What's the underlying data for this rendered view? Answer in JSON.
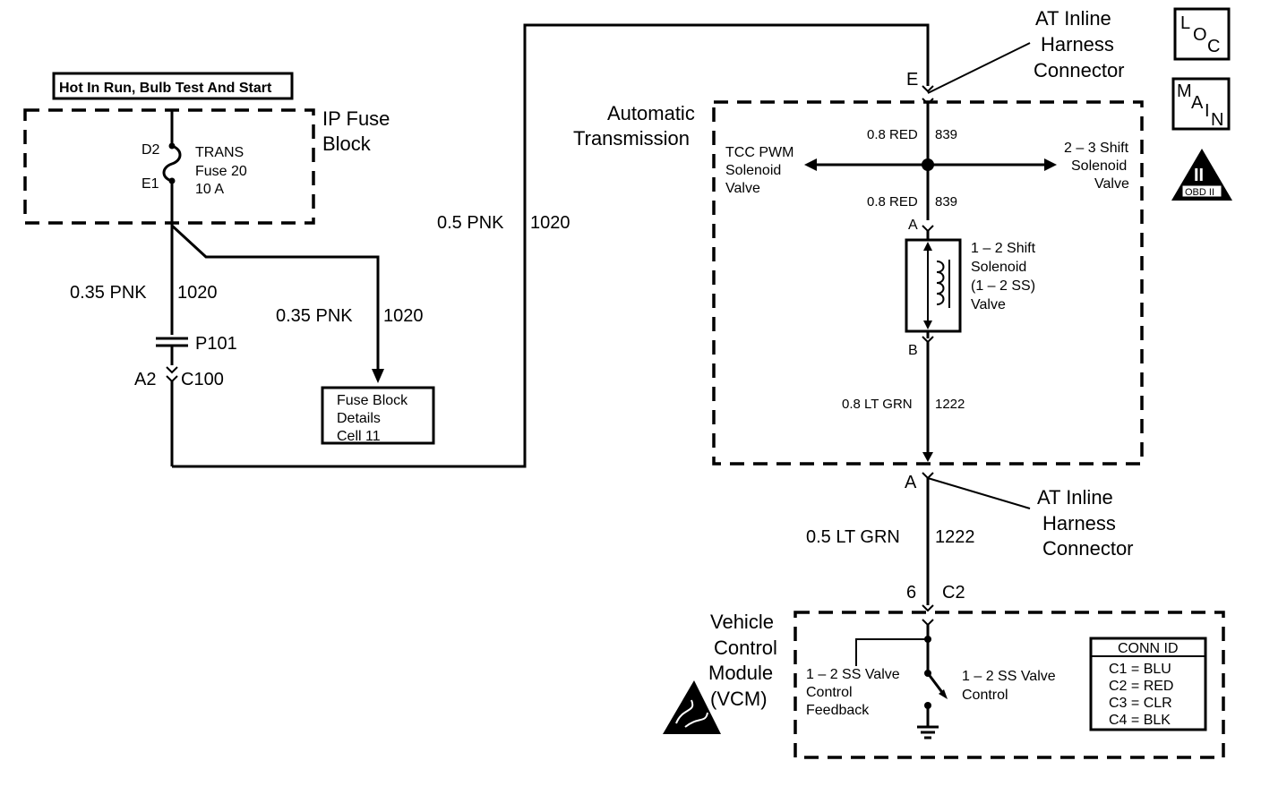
{
  "header_label": "Hot In Run, Bulb Test And Start",
  "ip_fuse_block": {
    "line1": "IP Fuse",
    "line2": "Block"
  },
  "fuse": {
    "top_pin": "D2",
    "bottom_pin": "E1",
    "line1": "TRANS",
    "line2": "Fuse 20",
    "line3": "10 A"
  },
  "wires": {
    "left_main": {
      "size": "0.35 PNK",
      "circuit": "1020"
    },
    "branch": {
      "size": "0.35 PNK",
      "circuit": "1020"
    },
    "top_run": {
      "size": "0.5 PNK",
      "circuit": "1020"
    },
    "red_upper": {
      "size": "0.8 RED",
      "circuit": "839"
    },
    "red_lower": {
      "size": "0.8 RED",
      "circuit": "839"
    },
    "grn_inner": {
      "size": "0.8 LT GRN",
      "circuit": "1222"
    },
    "grn_outer": {
      "size": "0.5 LT GRN",
      "circuit": "1222"
    }
  },
  "splice": "P101",
  "connector_c100": {
    "pin": "A2",
    "name": "C100"
  },
  "fuse_block_details": {
    "line1": "Fuse Block",
    "line2": "Details",
    "line3": "Cell 11"
  },
  "at_connector_top": {
    "pin": "E",
    "line1": "AT Inline",
    "line2": "Harness",
    "line3": "Connector"
  },
  "at_connector_bottom": {
    "pin": "A",
    "line1": "AT Inline",
    "line2": "Harness",
    "line3": "Connector"
  },
  "automatic_transmission": {
    "line1": "Automatic",
    "line2": "Transmission"
  },
  "tcc_valve": {
    "line1": "TCC PWM",
    "line2": "Solenoid",
    "line3": "Valve"
  },
  "shift23_valve": {
    "line1": "2 – 3 Shift",
    "line2": "Solenoid",
    "line3": "Valve"
  },
  "shift12_valve": {
    "line1": "1 – 2 Shift",
    "line2": "Solenoid",
    "line3": "(1 – 2 SS)",
    "line4": "Valve",
    "pin_top": "A",
    "pin_bottom": "B"
  },
  "vcm_connector": {
    "pin": "6",
    "name": "C2"
  },
  "vcm": {
    "line1": "Vehicle",
    "line2": "Control",
    "line3": "Module",
    "line4": "(VCM)"
  },
  "vcm_feedback": {
    "line1": "1 – 2 SS Valve",
    "line2": "Control",
    "line3": "Feedback"
  },
  "vcm_control": {
    "line1": "1 – 2 SS Valve",
    "line2": "Control"
  },
  "conn_id": {
    "title": "CONN ID",
    "rows": [
      "C1 = BLU",
      "C2 = RED",
      "C3 = CLR",
      "C4 = BLK"
    ]
  },
  "loc_icon": {
    "l": "L",
    "o": "O",
    "c": "C"
  },
  "main_icon": {
    "m": "M",
    "a": "A",
    "i": "I",
    "n": "N"
  },
  "obd_icon": {
    "roman": "II",
    "label": "OBD II"
  }
}
